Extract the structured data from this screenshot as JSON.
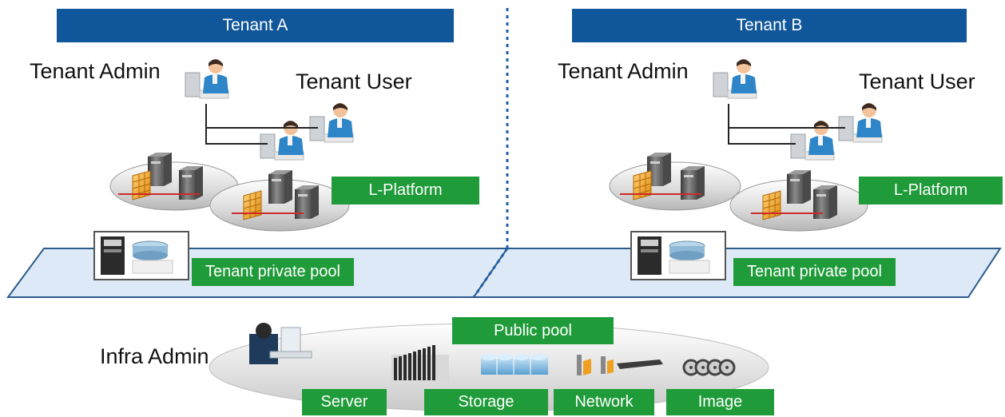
{
  "tenants": [
    {
      "title": "Tenant A",
      "admin_label": "Tenant Admin",
      "user_label": "Tenant User",
      "platform_label": "L-Platform",
      "pool_label": "Tenant private pool"
    },
    {
      "title": "Tenant B",
      "admin_label": "Tenant Admin",
      "user_label": "Tenant User",
      "platform_label": "L-Platform",
      "pool_label": "Tenant private pool"
    }
  ],
  "infra": {
    "admin_label": "Infra Admin",
    "public_pool_label": "Public pool",
    "resources": [
      "Server",
      "Storage",
      "Network",
      "Image"
    ]
  },
  "colors": {
    "tenant_header": "#0f569a",
    "green_label": "#1f9b39",
    "pool_fill": "#dde9f6",
    "pool_border": "#2c5b8c",
    "divider": "#1f5fa8"
  },
  "icons": [
    "person-at-computer-icon",
    "server-icon",
    "firewall-icon",
    "storage-icon",
    "network-icon",
    "disk-image-icon"
  ]
}
